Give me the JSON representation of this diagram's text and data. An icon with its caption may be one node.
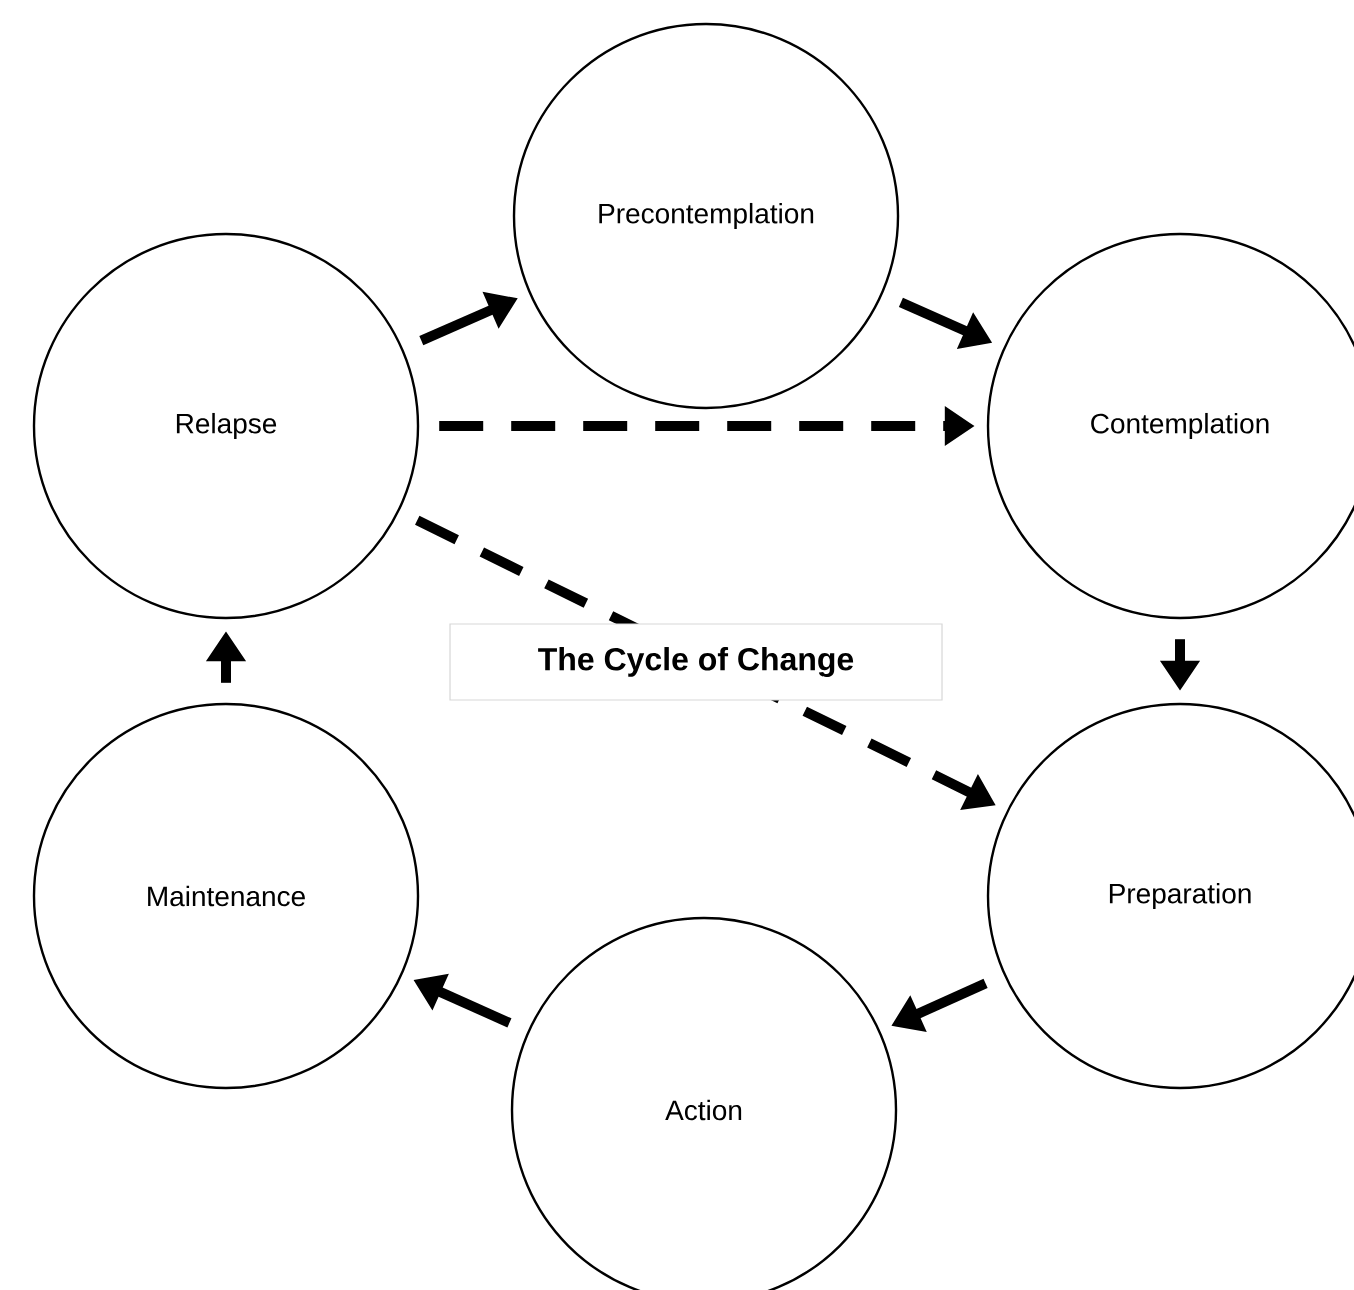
{
  "diagram": {
    "title": "The Cycle of Change",
    "nodes": [
      {
        "text": [
          "Precontemplation"
        ]
      },
      {
        "text": [
          "Contemplation"
        ]
      },
      {
        "text": [
          "Preparation"
        ]
      },
      {
        "text": [
          "Action"
        ]
      },
      {
        "text": [
          "Maintenance"
        ]
      },
      {
        "text": [
          "Relapse"
        ]
      }
    ],
    "edges": [
      {
        "from": 5,
        "to": 0,
        "arrow": "to"
      },
      {
        "from": 0,
        "to": 1,
        "arrow": "to"
      },
      {
        "from": 5,
        "to": 1,
        "arrow": "to",
        "style": "dashed"
      },
      {
        "from": 5,
        "to": 2,
        "arrow": "to",
        "style": "dashed"
      },
      {
        "from": 1,
        "to": 2,
        "arrow": "to"
      },
      {
        "from": 2,
        "to": 3,
        "arrow": "to"
      },
      {
        "from": 3,
        "to": 4,
        "arrow": "to"
      },
      {
        "from": 4,
        "to": 5,
        "arrow": "to"
      }
    ]
  }
}
